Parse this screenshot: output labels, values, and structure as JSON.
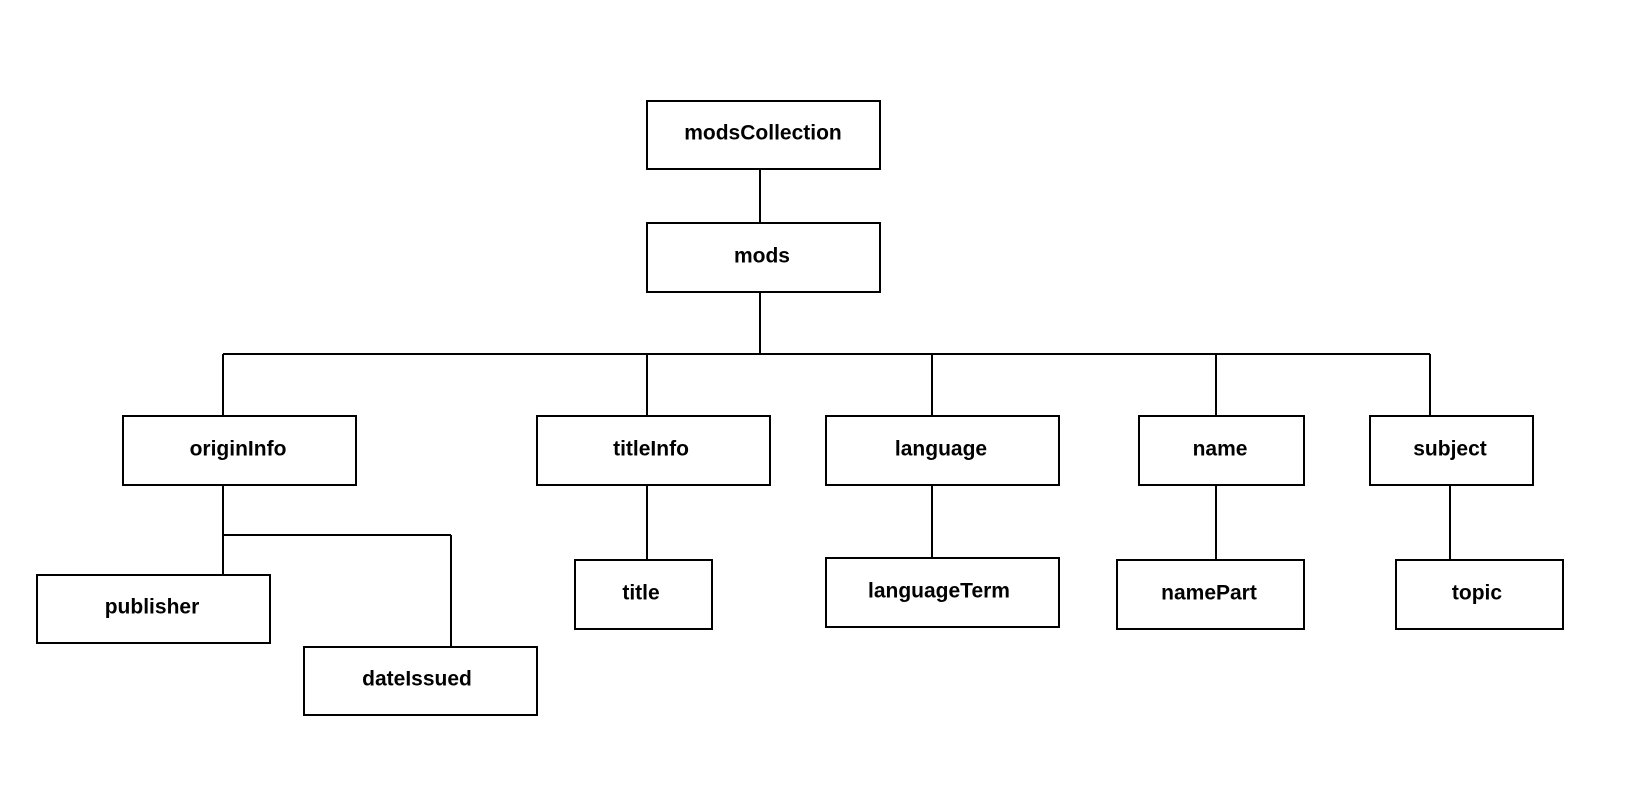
{
  "diagram": {
    "nodes": {
      "modsCollection": "modsCollection",
      "mods": "mods",
      "originInfo": "originInfo",
      "titleInfo": "titleInfo",
      "language": "language",
      "name": "name",
      "subject": "subject",
      "publisher": "publisher",
      "dateIssued": "dateIssued",
      "title": "title",
      "languageTerm": "languageTerm",
      "namePart": "namePart",
      "topic": "topic"
    },
    "edges": [
      [
        "modsCollection",
        "mods"
      ],
      [
        "mods",
        "originInfo"
      ],
      [
        "mods",
        "titleInfo"
      ],
      [
        "mods",
        "language"
      ],
      [
        "mods",
        "name"
      ],
      [
        "mods",
        "subject"
      ],
      [
        "originInfo",
        "publisher"
      ],
      [
        "originInfo",
        "dateIssued"
      ],
      [
        "titleInfo",
        "title"
      ],
      [
        "language",
        "languageTerm"
      ],
      [
        "name",
        "namePart"
      ],
      [
        "subject",
        "topic"
      ]
    ]
  }
}
